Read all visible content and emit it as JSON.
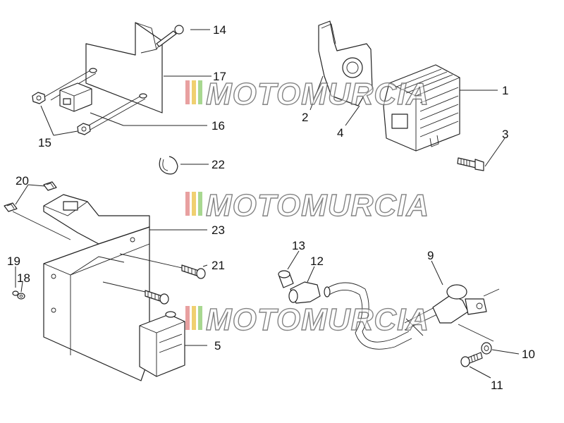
{
  "diagram": {
    "labels": {
      "l1": "1",
      "l2": "2",
      "l3": "3",
      "l4": "4",
      "l5": "5",
      "l9": "9",
      "l10": "10",
      "l11": "11",
      "l12": "12",
      "l13": "13",
      "l14": "14",
      "l15": "15",
      "l16": "16",
      "l17": "17",
      "l18": "18",
      "l19": "19",
      "l20": "20",
      "l21": "21",
      "l22": "22",
      "l23": "23"
    }
  },
  "watermark": {
    "text": "MOTOMURCIA",
    "colors": [
      "#e8a0a0",
      "#f0d070",
      "#a8d890"
    ],
    "outline_color": "#5a5a5a"
  }
}
